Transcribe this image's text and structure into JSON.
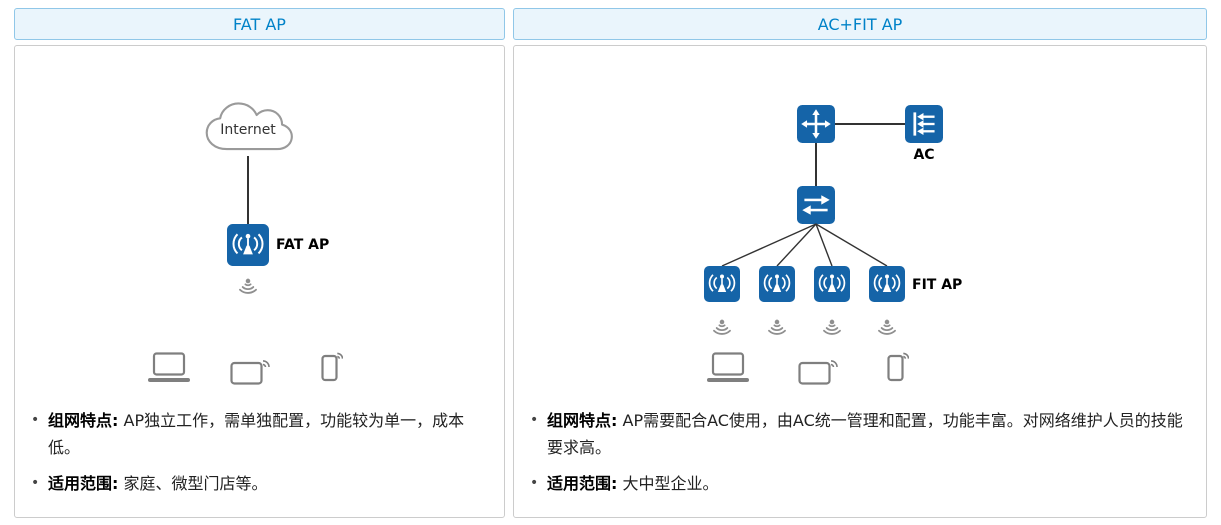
{
  "panels": [
    {
      "title": "FAT AP",
      "diagram": {
        "internet_label": "Internet",
        "ap_label": "FAT AP"
      },
      "bullets": [
        {
          "label": "组网特点:",
          "text": " AP独立工作，需单独配置，功能较为单一，成本低。"
        },
        {
          "label": "适用范围:",
          "text": " 家庭、微型门店等。"
        }
      ]
    },
    {
      "title": "AC+FIT AP",
      "diagram": {
        "ac_label": "AC",
        "ap_label": "FIT AP"
      },
      "bullets": [
        {
          "label": "组网特点:",
          "text": " AP需要配合AC使用，由AC统一管理和配置，功能丰富。对网络维护人员的技能要求高。"
        },
        {
          "label": "适用范围:",
          "text": " 大中型企业。"
        }
      ]
    }
  ],
  "colors": {
    "header_bg": "#eaf5fc",
    "header_border": "#90c7e8",
    "header_text": "#0082c8",
    "panel_border": "#cccccc",
    "icon_blue": "#1564a8",
    "device_gray": "#7f7f7f",
    "signal_gray": "#8f8f8f",
    "cloud_border": "#9a9a9a",
    "line_color": "#333333",
    "text_color": "#222222"
  }
}
